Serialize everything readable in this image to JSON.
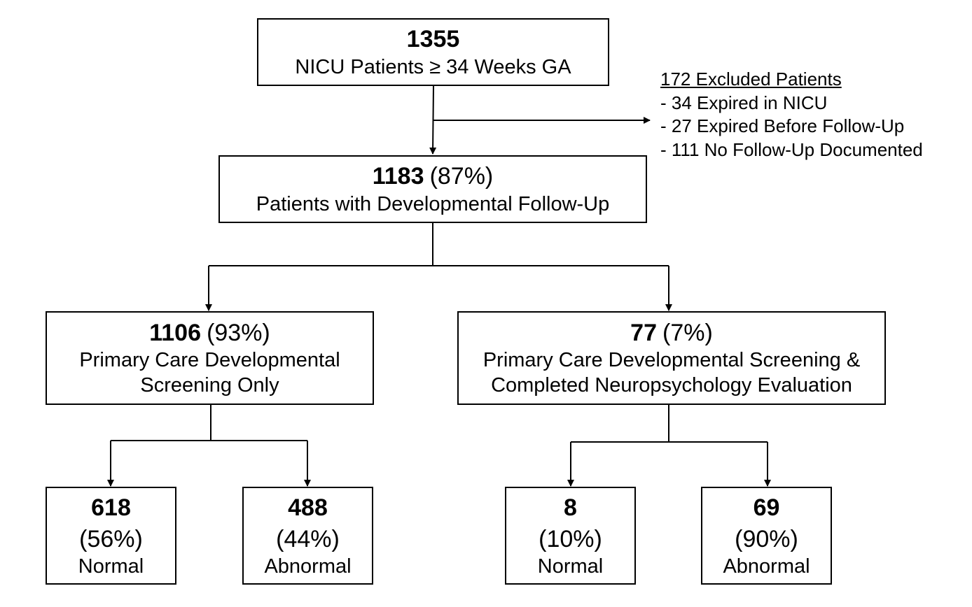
{
  "nodes": {
    "root": {
      "count": "1355",
      "desc": "NICU Patients ≥ 34 Weeks GA"
    },
    "followup": {
      "count": "1183",
      "pct": "(87%)",
      "desc": "Patients with Developmental Follow-Up"
    },
    "primary_only": {
      "count": "1106",
      "pct": "(93%)",
      "desc": [
        "Primary Care Developmental",
        "Screening Only"
      ]
    },
    "primary_neuro": {
      "count": "77",
      "pct": "(7%)",
      "desc": [
        "Primary Care Developmental Screening &",
        "Completed Neuropsychology Evaluation"
      ]
    },
    "po_normal": {
      "count": "618",
      "pct": "(56%)",
      "desc": "Normal"
    },
    "po_abnormal": {
      "count": "488",
      "pct": "(44%)",
      "desc": "Abnormal"
    },
    "pn_normal": {
      "count": "8",
      "pct": "(10%)",
      "desc": "Normal"
    },
    "pn_abnormal": {
      "count": "69",
      "pct": "(90%)",
      "desc": "Abnormal"
    }
  },
  "excluded": {
    "title": "172 Excluded Patients",
    "items": [
      "- 34 Expired in NICU",
      "- 27 Expired Before Follow-Up",
      "- 111 No Follow-Up Documented"
    ]
  },
  "edges": [
    {
      "from": "root",
      "to": "followup"
    },
    {
      "from": "root",
      "to": "excluded"
    },
    {
      "from": "followup",
      "to": "primary_only"
    },
    {
      "from": "followup",
      "to": "primary_neuro"
    },
    {
      "from": "primary_only",
      "to": "po_normal"
    },
    {
      "from": "primary_only",
      "to": "po_abnormal"
    },
    {
      "from": "primary_neuro",
      "to": "pn_normal"
    },
    {
      "from": "primary_neuro",
      "to": "pn_abnormal"
    }
  ]
}
